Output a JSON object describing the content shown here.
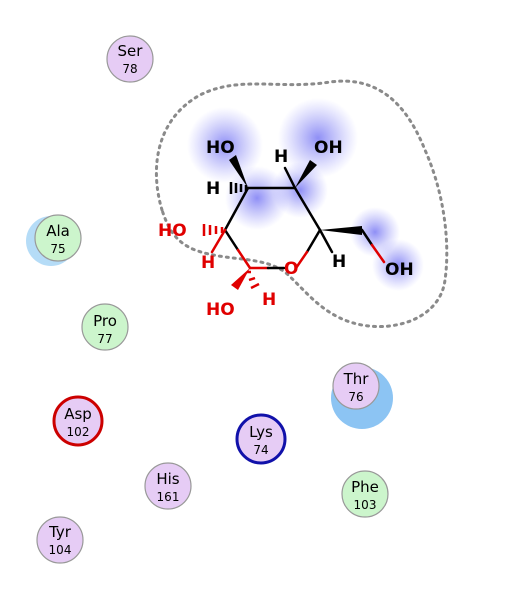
{
  "residues": [
    {
      "id": "ser78",
      "name": "Ser",
      "number": "78",
      "fill": "#e6ccf5",
      "stroke": "#999999"
    },
    {
      "id": "ala75",
      "name": "Ala",
      "number": "75",
      "fill": "#ccf5cc",
      "stroke": "#999999",
      "exposure_halo": "#9ad0f5"
    },
    {
      "id": "pro77",
      "name": "Pro",
      "number": "77",
      "fill": "#ccf5cc",
      "stroke": "#999999"
    },
    {
      "id": "thr76",
      "name": "Thr",
      "number": "76",
      "fill": "#e6ccf5",
      "stroke": "#999999",
      "exposure_halo": "#7fbcf2"
    },
    {
      "id": "asp102",
      "name": "Asp",
      "number": "102",
      "fill": "#e6ccf5",
      "stroke": "#cc0000"
    },
    {
      "id": "lys74",
      "name": "Lys",
      "number": "74",
      "fill": "#e6ccf5",
      "stroke": "#1111aa"
    },
    {
      "id": "his161",
      "name": "His",
      "number": "161",
      "fill": "#e6ccf5",
      "stroke": "#999999"
    },
    {
      "id": "phe103",
      "name": "Phe",
      "number": "103",
      "fill": "#ccf5cc",
      "stroke": "#999999"
    },
    {
      "id": "tyr104",
      "name": "Tyr",
      "number": "104",
      "fill": "#e6ccf5",
      "stroke": "#999999"
    }
  ],
  "ligand": {
    "atom_labels": {
      "oh_top_left": "HO",
      "oh_top_right": "OH",
      "h_top": "H",
      "h_left": "H",
      "ho_ring": "HO",
      "h_ring_left": "H",
      "ring_o": "O",
      "h_ring_right": "H",
      "oh_ch2": "OH",
      "oh_bottom": "HO",
      "h_bottom": "H"
    }
  },
  "colors": {
    "background": "#ffffff",
    "carbon_bond": "#000000",
    "hetero_bond": "#e00000",
    "exposure_glow": "#3333ee",
    "pocket_outline": "#8a8a8a"
  }
}
